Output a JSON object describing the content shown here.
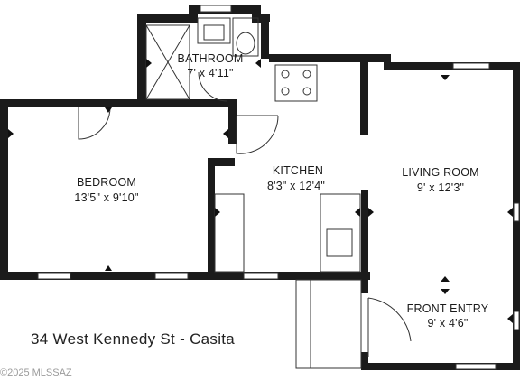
{
  "rooms": {
    "bathroom": {
      "name": "BATHROOM",
      "dims": "7' x 4'11\""
    },
    "bedroom": {
      "name": "BEDROOM",
      "dims": "13'5\" x 9'10\""
    },
    "kitchen": {
      "name": "KITCHEN",
      "dims": "8'3\" x 12'4\""
    },
    "living_room": {
      "name": "LIVING ROOM",
      "dims": "9' x 12'3\""
    },
    "front_entry": {
      "name": "FRONT ENTRY",
      "dims": "9' x 4'6\""
    }
  },
  "caption": "34 West Kennedy St - Casita",
  "watermark": "©2025 MLSSAZ",
  "colors": {
    "wall": "#1b1b1b",
    "background": "#ffffff",
    "fixture_line": "#333333"
  }
}
